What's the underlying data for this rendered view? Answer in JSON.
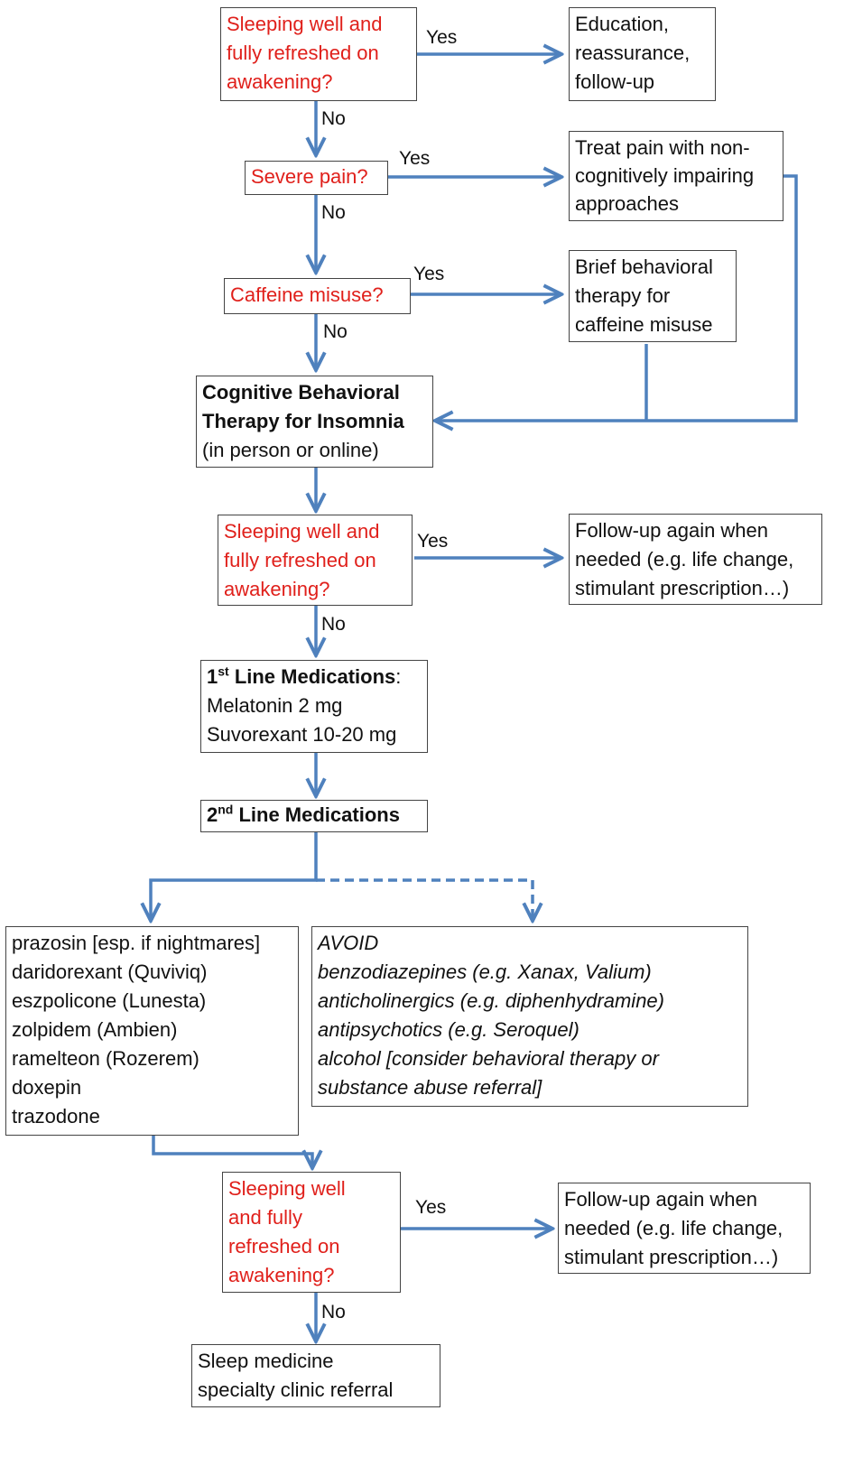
{
  "nodes": {
    "q1": {
      "lines": [
        "Sleeping well and",
        "fully refreshed on",
        "awakening?"
      ]
    },
    "education": {
      "lines": [
        "Education,",
        "reassurance,",
        "follow-up"
      ]
    },
    "q2": {
      "lines": [
        "Severe pain?"
      ]
    },
    "pain": {
      "lines": [
        "Treat pain with non-",
        "cognitively impairing",
        "approaches"
      ]
    },
    "q3": {
      "lines": [
        "Caffeine misuse?"
      ]
    },
    "caffeine": {
      "lines": [
        "Brief behavioral",
        "therapy for",
        "caffeine misuse"
      ]
    },
    "cbti": {
      "lines": [
        "Cognitive Behavioral",
        "Therapy for Insomnia",
        "(in person or online)"
      ]
    },
    "q4": {
      "lines": [
        "Sleeping well and",
        "fully refreshed on",
        "awakening?"
      ]
    },
    "followup1": {
      "lines": [
        "Follow-up again when",
        "needed (e.g. life change,",
        "stimulant prescription…)"
      ]
    },
    "first_line": {
      "heading_num": "1",
      "heading_sup": "st",
      "heading_rest": " Line Medications",
      "heading_colon": ":",
      "lines": [
        "Melatonin 2 mg",
        "Suvorexant 10-20 mg"
      ]
    },
    "second_line": {
      "heading_num": "2",
      "heading_sup": "nd",
      "heading_rest": " Line Medications"
    },
    "meds": {
      "lines": [
        "prazosin [esp. if nightmares]",
        "daridorexant (Quviviq)",
        "eszpolicone (Lunesta)",
        "zolpidem (Ambien)",
        "ramelteon (Rozerem)",
        "doxepin",
        "trazodone"
      ]
    },
    "avoid": {
      "lines": [
        "AVOID",
        "benzodiazepines  (e.g. Xanax, Valium)",
        "anticholinergics (e.g. diphenhydramine)",
        "antipsychotics (e.g. Seroquel)",
        "alcohol [consider behavioral therapy or",
        "substance abuse referral]"
      ]
    },
    "q5": {
      "lines": [
        "Sleeping well",
        "and fully",
        "refreshed on",
        "awakening?"
      ]
    },
    "followup2": {
      "lines": [
        "Follow-up again when",
        "needed (e.g. life change,",
        "stimulant prescription…)"
      ]
    },
    "referral": {
      "lines": [
        "Sleep medicine",
        "specialty clinic referral"
      ]
    }
  },
  "edge_labels": {
    "yes": "Yes",
    "no": "No"
  },
  "colors": {
    "arrow": "#4f81bd",
    "question_text": "#e0201b",
    "box_border": "#444444",
    "text": "#111111"
  }
}
